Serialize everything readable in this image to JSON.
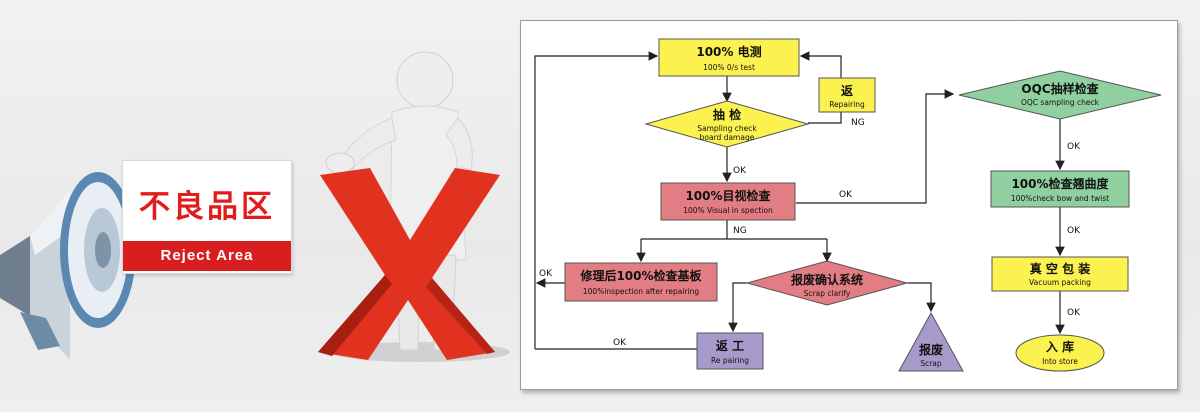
{
  "sign": {
    "title": "不良品区",
    "subtitle": "Reject Area"
  },
  "icons": {
    "megaphone": "megaphone-icon",
    "figure": "3d-figure-with-red-x"
  },
  "colors": {
    "sign_red": "#d81e1e",
    "x_red": "#e0321e",
    "yellow": "#fbf24f",
    "pink": "#e37d84",
    "green": "#8fcfa0",
    "purple": "#a79acb"
  },
  "flowchart": {
    "nodes": {
      "electrical_test": {
        "main": "100% 电测",
        "sub": "100% 0/s test"
      },
      "sampling_check": {
        "main": "抽 检",
        "sub1": "Sampling check",
        "sub2": "board damage"
      },
      "repairing_top": {
        "main": "返",
        "sub": "Repairing"
      },
      "visual_inspection": {
        "main": "100%目视检查",
        "sub": "100% Visual in spection"
      },
      "inspection_after_repair": {
        "main": "修理后100%检查基板",
        "sub": "100%inspection after repairing"
      },
      "scrap_clarify": {
        "main": "报废确认系统",
        "sub": "Scrap clarify"
      },
      "repairing_bottom": {
        "main": "返 工",
        "sub": "Re pairing"
      },
      "scrap": {
        "main": "报废",
        "sub": "Scrap"
      },
      "oqc_check": {
        "main": "OQC抽样检查",
        "sub": "OQC sampling check"
      },
      "bow_twist": {
        "main": "100%检查翘曲度",
        "sub": "100%check bow and twist"
      },
      "vacuum_packing": {
        "main": "真 空 包 装",
        "sub": "Vacuum packing"
      },
      "into_store": {
        "main": "入 库",
        "sub": "Into store"
      }
    },
    "edge_labels": {
      "ng_repair": "NG",
      "ok_sampling": "OK",
      "ok_visual": "OK",
      "ng_visual": "NG",
      "ok_left": "OK",
      "ok_bottom": "OK",
      "ok_oqc": "OK",
      "ok_bow": "OK",
      "ok_pack": "OK"
    }
  }
}
